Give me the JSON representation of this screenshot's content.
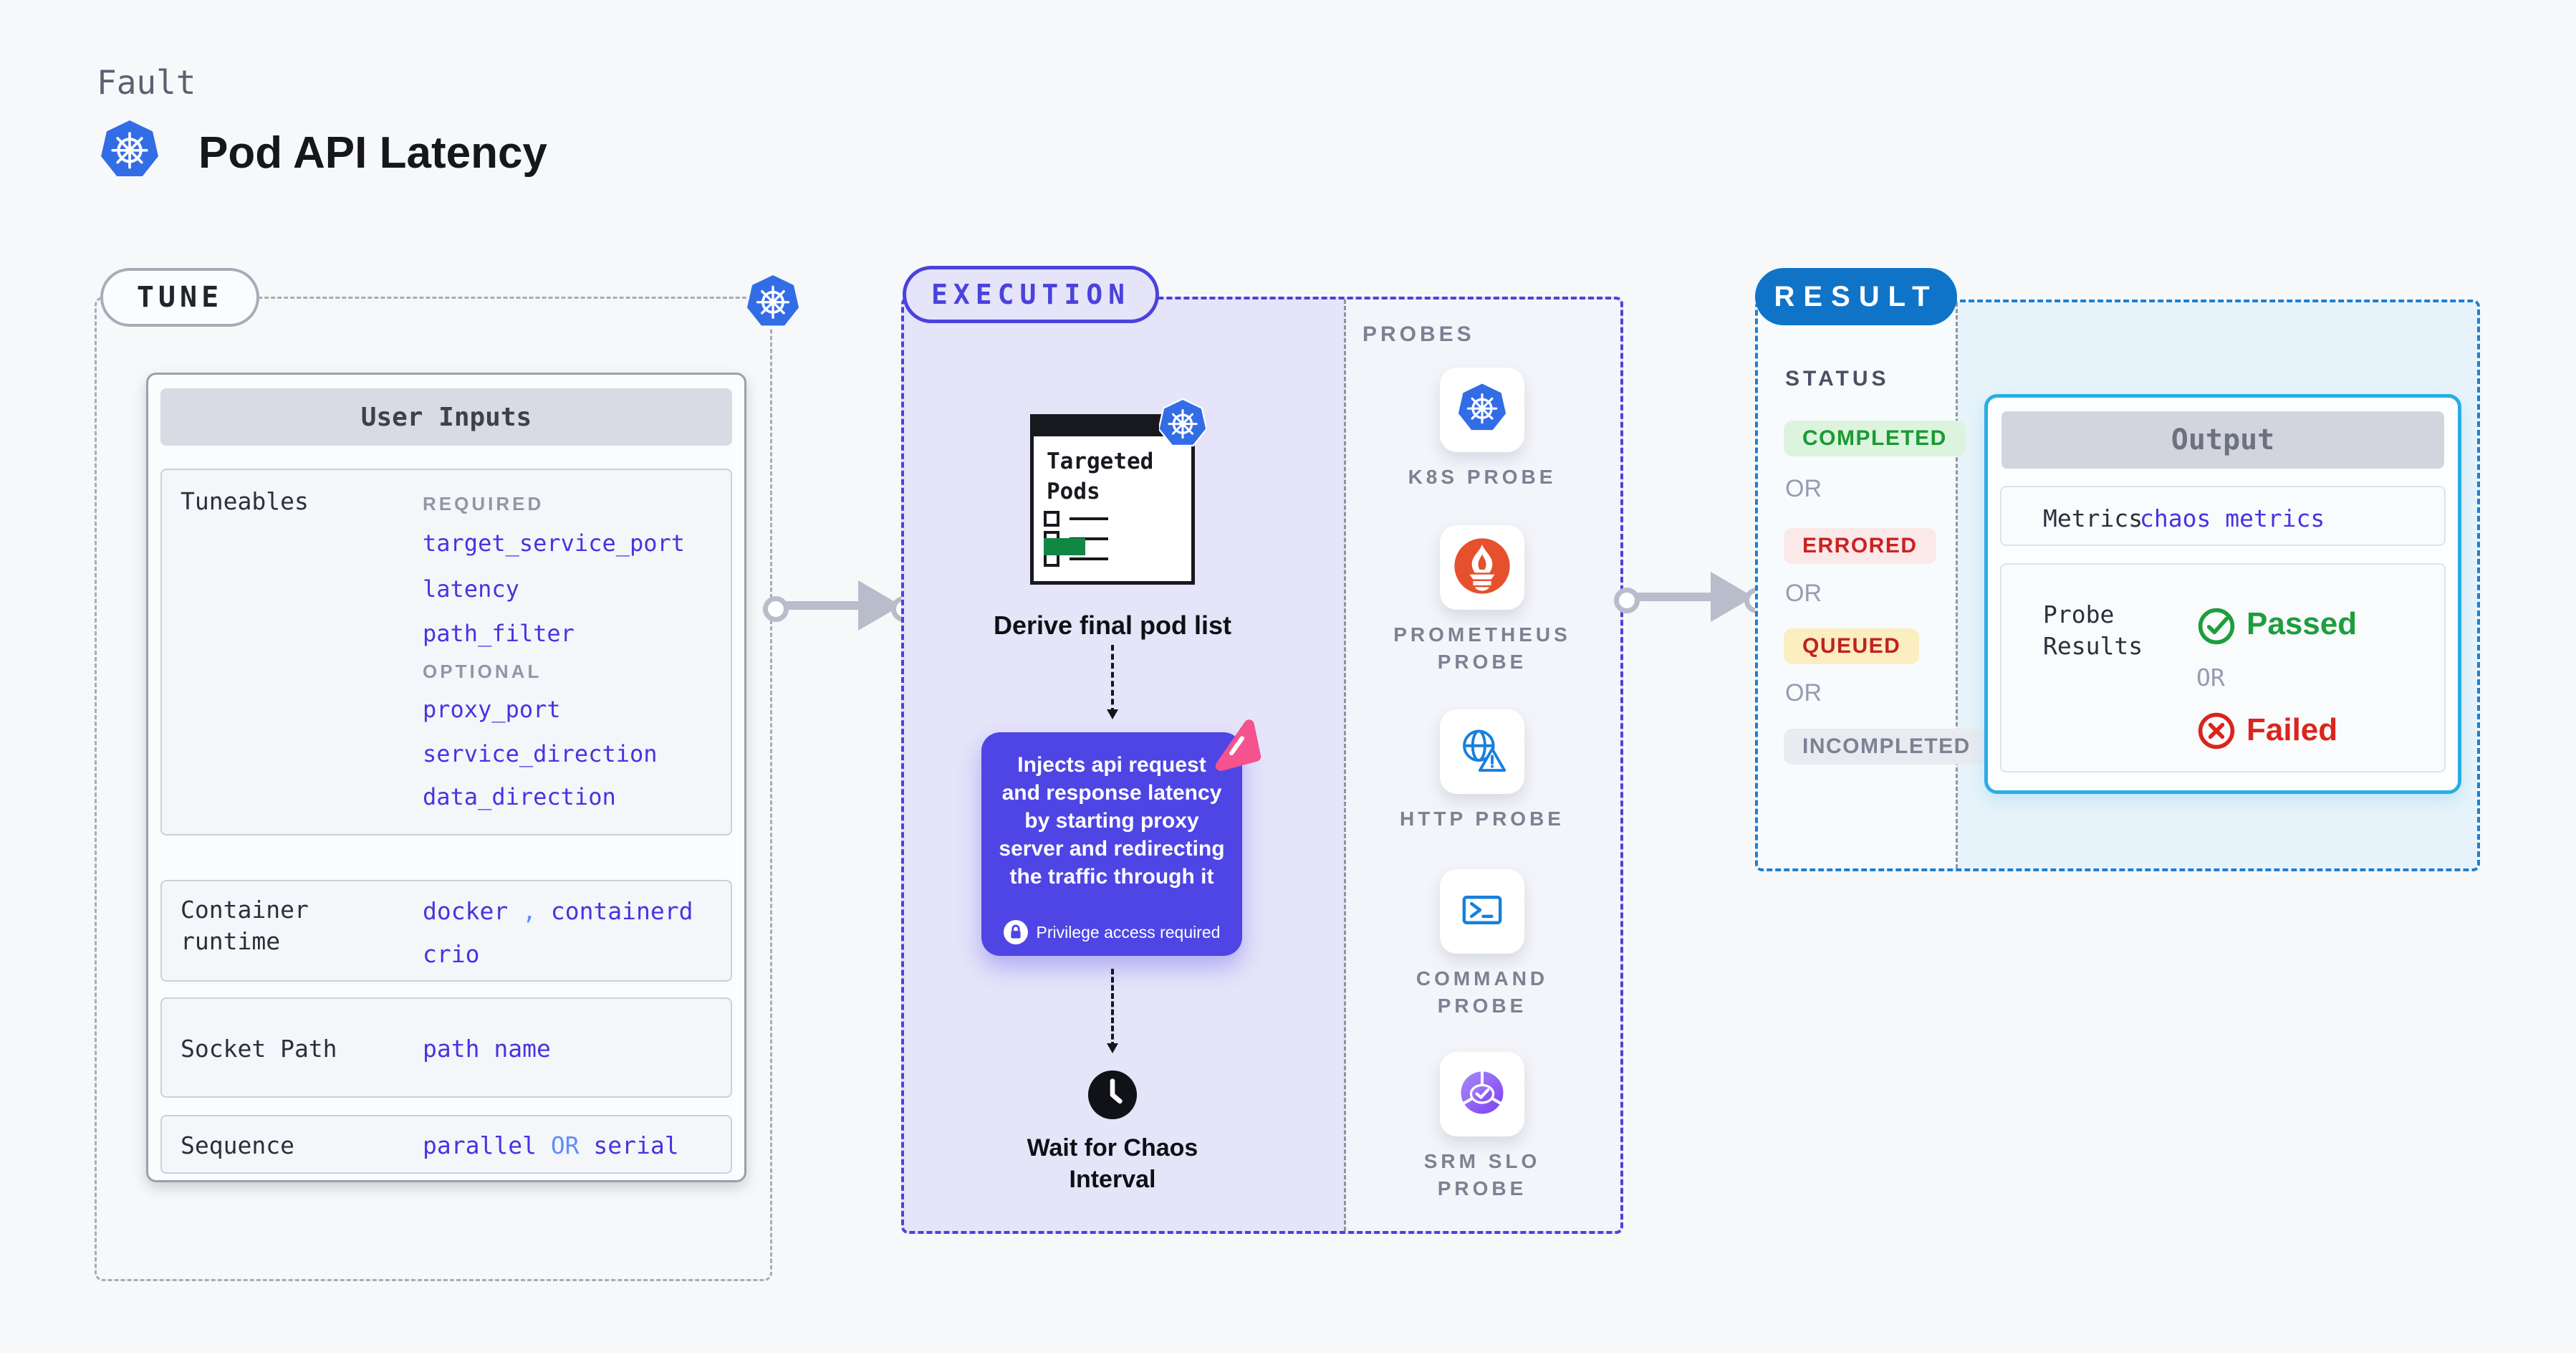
{
  "header": {
    "eyebrow": "Fault",
    "title": "Pod API Latency"
  },
  "tune": {
    "pill": "TUNE",
    "user_inputs_title": "User Inputs",
    "tuneables_label": "Tuneables",
    "required_label": "REQUIRED",
    "required": [
      "target_service_port",
      "latency",
      "path_filter"
    ],
    "optional_label": "OPTIONAL",
    "optional": [
      "proxy_port",
      "service_direction",
      "data_direction"
    ],
    "container_runtime_label": "Container runtime",
    "container_runtime": {
      "v1": "docker",
      "sep": " , ",
      "v2": "containerd",
      "v3": "crio"
    },
    "socket_path_label": "Socket Path",
    "socket_path_value": "path name",
    "sequence_label": "Sequence",
    "sequence": {
      "v1": "parallel ",
      "or": "OR",
      "v2": " serial"
    }
  },
  "execution": {
    "pill": "EXECUTION",
    "targeted_pods_title": "Targeted Pods",
    "derive_label": "Derive final pod list",
    "inject_text": "Injects api request and response latency by starting proxy server and redirecting the traffic through it",
    "privilege_label": "Privilege access required",
    "wait_label": "Wait for Chaos Interval",
    "probes_label": "PROBES",
    "probes": [
      {
        "label": "K8S PROBE",
        "icon": "kubernetes-icon"
      },
      {
        "label": "PROMETHEUS PROBE",
        "icon": "prometheus-icon"
      },
      {
        "label": "HTTP PROBE",
        "icon": "globe-warning-icon"
      },
      {
        "label": "COMMAND PROBE",
        "icon": "terminal-icon"
      },
      {
        "label": "SRM SLO PROBE",
        "icon": "slo-donut-check-icon"
      }
    ]
  },
  "result": {
    "pill": "RESULT",
    "status_label": "STATUS",
    "or_label": "OR",
    "statuses": [
      {
        "text": "COMPLETED",
        "color": "#189b31",
        "bg": "#dcf3de"
      },
      {
        "text": "ERRORED",
        "color": "#cb2222",
        "bg": "#fbe9e9"
      },
      {
        "text": "QUEUED",
        "color": "#c32020",
        "bg": "#fbeec0"
      },
      {
        "text": "INCOMPLETED",
        "color": "#7b8294",
        "bg": "#e9ebf1"
      }
    ],
    "output": {
      "title": "Output",
      "metrics_label": "Metrics",
      "metrics_value": "chaos metrics",
      "probe_results_label": "Probe Results",
      "passed": "Passed",
      "or": "OR",
      "failed": "Failed"
    }
  },
  "colors": {
    "accent_indigo": "#4634e2",
    "accent_light_blue": "#5f8ef5",
    "execution_purple": "#4e45e4",
    "execution_bg": "#e5e4f9",
    "result_blue": "#0f74c7",
    "output_border_cyan": "#29ade4",
    "kubernetes_blue": "#326de6",
    "prometheus_orange": "#e6502c",
    "passed_green": "#1d9e3e",
    "failed_red": "#da251c",
    "targeted_green": "#128744",
    "pink_decoration": "#f4538e"
  }
}
